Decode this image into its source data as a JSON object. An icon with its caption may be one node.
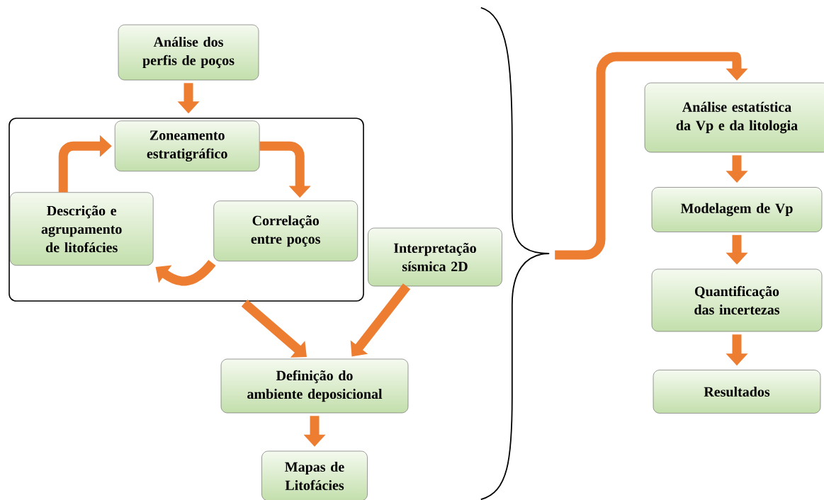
{
  "diagram": {
    "nodes": [
      {
        "text": [
          "Análise dos perfis de poços"
        ]
      },
      {
        "text": [],
        "shape": "box"
      },
      {
        "text": [
          "Zoneamento estratigráfico"
        ],
        "in": 1
      },
      {
        "text": [
          "Correlação entre poços"
        ],
        "in": 1
      },
      {
        "text": [
          "Descrição e agrupamento de litofácies"
        ],
        "in": 1
      },
      {
        "text": [
          "Interpretação sísmica 2D"
        ]
      },
      {
        "text": [
          "Definição do ambiente deposicional"
        ]
      },
      {
        "text": [
          "Mapas de Litofácies"
        ]
      },
      {
        "text": [],
        "shape": "brace"
      },
      {
        "text": [
          "Análise estatística da Vp e da litologia"
        ]
      },
      {
        "text": [
          "Modelagem de Vp"
        ]
      },
      {
        "text": [
          "Quantificação das incertezas"
        ]
      },
      {
        "text": [
          "Resultados"
        ]
      }
    ],
    "edges": [
      {
        "from": 0,
        "to": 1,
        "arrow": "to"
      },
      {
        "from": 4,
        "to": 2,
        "arrow": "to"
      },
      {
        "from": 2,
        "to": 3,
        "arrow": "to"
      },
      {
        "from": 3,
        "to": 4,
        "arrow": "to"
      },
      {
        "from": 1,
        "to": 6,
        "arrow": "to"
      },
      {
        "from": 5,
        "to": 6,
        "arrow": "to"
      },
      {
        "from": 6,
        "to": 7,
        "arrow": "to"
      },
      {
        "from": 8,
        "to": 9,
        "arrow": "to"
      },
      {
        "from": 9,
        "to": 10,
        "arrow": "to"
      },
      {
        "from": 10,
        "to": 11,
        "arrow": "to"
      },
      {
        "from": 11,
        "to": 12,
        "arrow": "to"
      }
    ]
  }
}
